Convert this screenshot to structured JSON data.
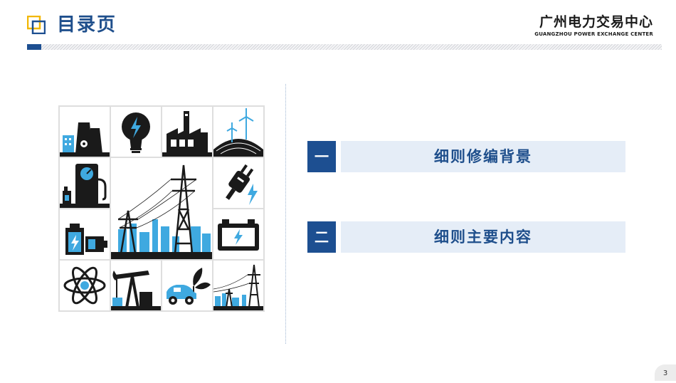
{
  "header": {
    "title": "目录页",
    "company_cn": "广州电力交易中心",
    "company_en": "GUANGZHOU POWER EXCHANGE CENTER"
  },
  "icons": [
    "power-plant-icon",
    "light-bulb-icon",
    "factory-icon",
    "wind-turbine-icon",
    "fuel-pump-icon",
    "transmission-tower-icon",
    "power-plug-icon",
    "battery-icon",
    "car-battery-icon",
    "atom-icon",
    "oil-pumpjack-icon",
    "eco-car-icon",
    "power-line-icon"
  ],
  "menu": [
    {
      "number": "一",
      "label": "细则修编背景"
    },
    {
      "number": "二",
      "label": "细则主要内容"
    }
  ],
  "page_number": "3",
  "colors": {
    "accent": "#1d4f91",
    "title": "#1f4f8c",
    "bar_bg": "#e5edf7",
    "icon_dark": "#1a1a1a",
    "icon_blue": "#3fa9e0",
    "logo_gold": "#f2b705"
  }
}
